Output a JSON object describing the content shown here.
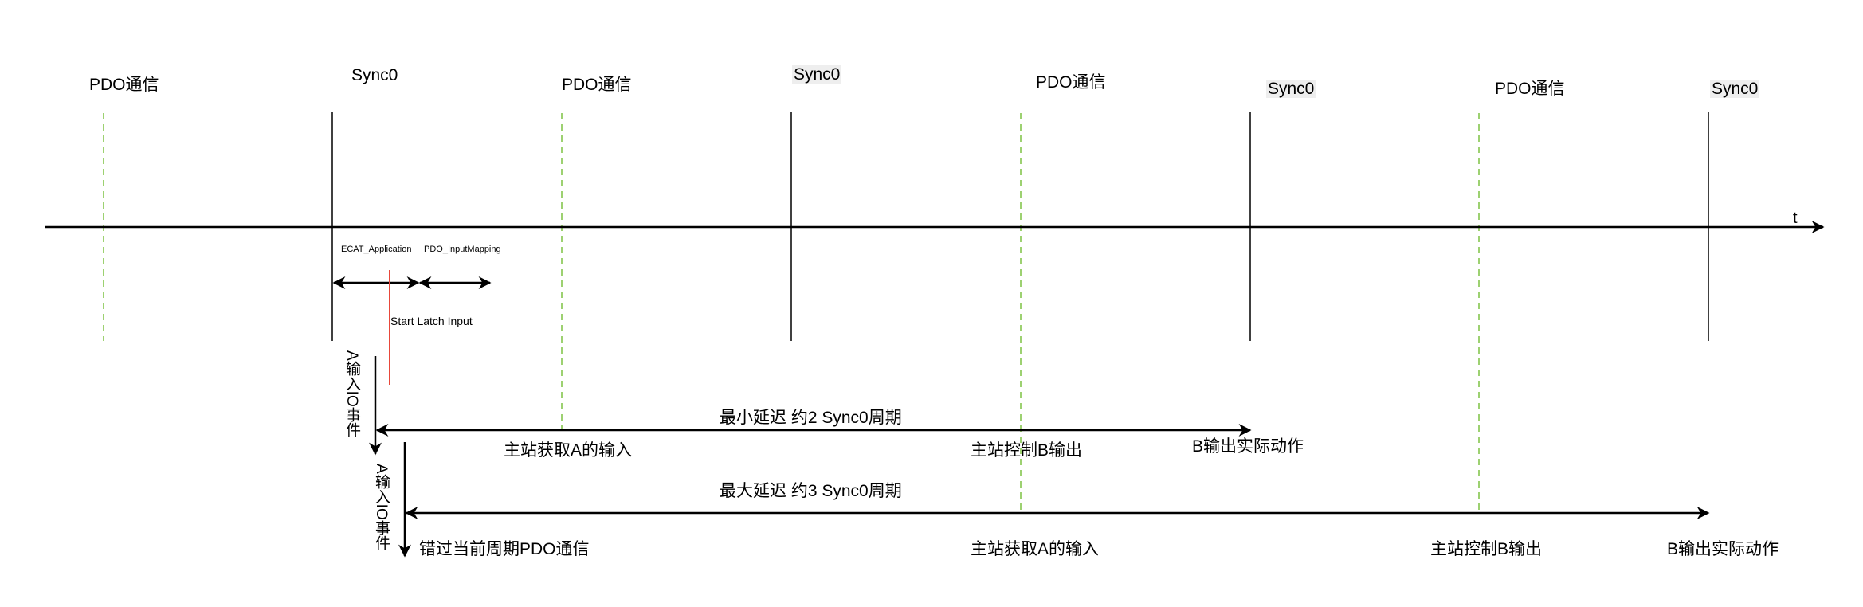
{
  "top_labels": {
    "pdo1": "PDO通信",
    "sync1": "Sync0",
    "pdo2": "PDO通信",
    "sync2": "Sync0",
    "pdo3": "PDO通信",
    "sync3": "Sync0",
    "pdo4": "PDO通信",
    "sync4": "Sync0"
  },
  "axis_label": "t",
  "phases": {
    "ecat_application": "ECAT_Application",
    "pdo_input_mapping": "PDO_InputMapping",
    "start_latch_input": "Start Latch Input"
  },
  "min_case": {
    "event_label": "A输入IO事件",
    "delay_label": "最小延迟 约2 Sync0周期",
    "master_get_input": "主站获取A的输入",
    "master_control_output": "主站控制B输出",
    "b_output_action": "B输出实际动作"
  },
  "max_case": {
    "event_label": "A输入IO事件",
    "delay_label": "最大延迟 约3 Sync0周期",
    "missed_pdo": "错过当前周期PDO通信",
    "master_get_input": "主站获取A的输入",
    "master_control_output": "主站控制B输出",
    "b_output_action": "B输出实际动作"
  },
  "colors": {
    "sync_line": "#000000",
    "pdo_line": "#7dc242",
    "latch_line": "#e8483a"
  }
}
